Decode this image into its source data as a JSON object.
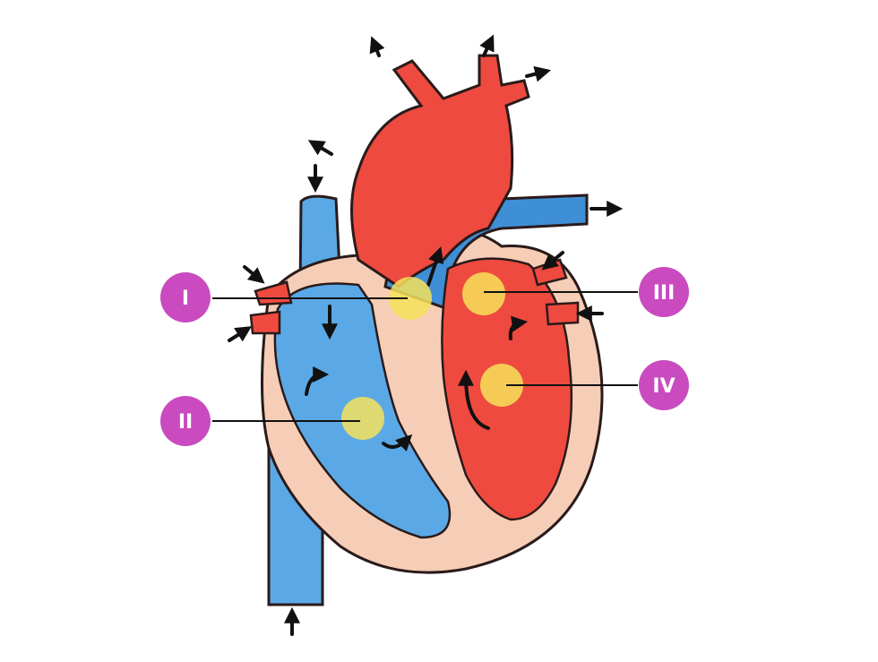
{
  "diagram": {
    "callouts": [
      {
        "id": "I",
        "label": "I"
      },
      {
        "id": "II",
        "label": "II"
      },
      {
        "id": "III",
        "label": "III"
      },
      {
        "id": "IV",
        "label": "IV"
      }
    ]
  },
  "colors": {
    "oxygenated": "#ef4a3f",
    "deoxygenated": "#5aa9e6",
    "deoxygenated_dark": "#3f8fd6",
    "muscle": "#f6cdb6",
    "valve_marker": "#f6e25a",
    "callout": "#c94bbf",
    "outline": "#2a1a1a"
  }
}
